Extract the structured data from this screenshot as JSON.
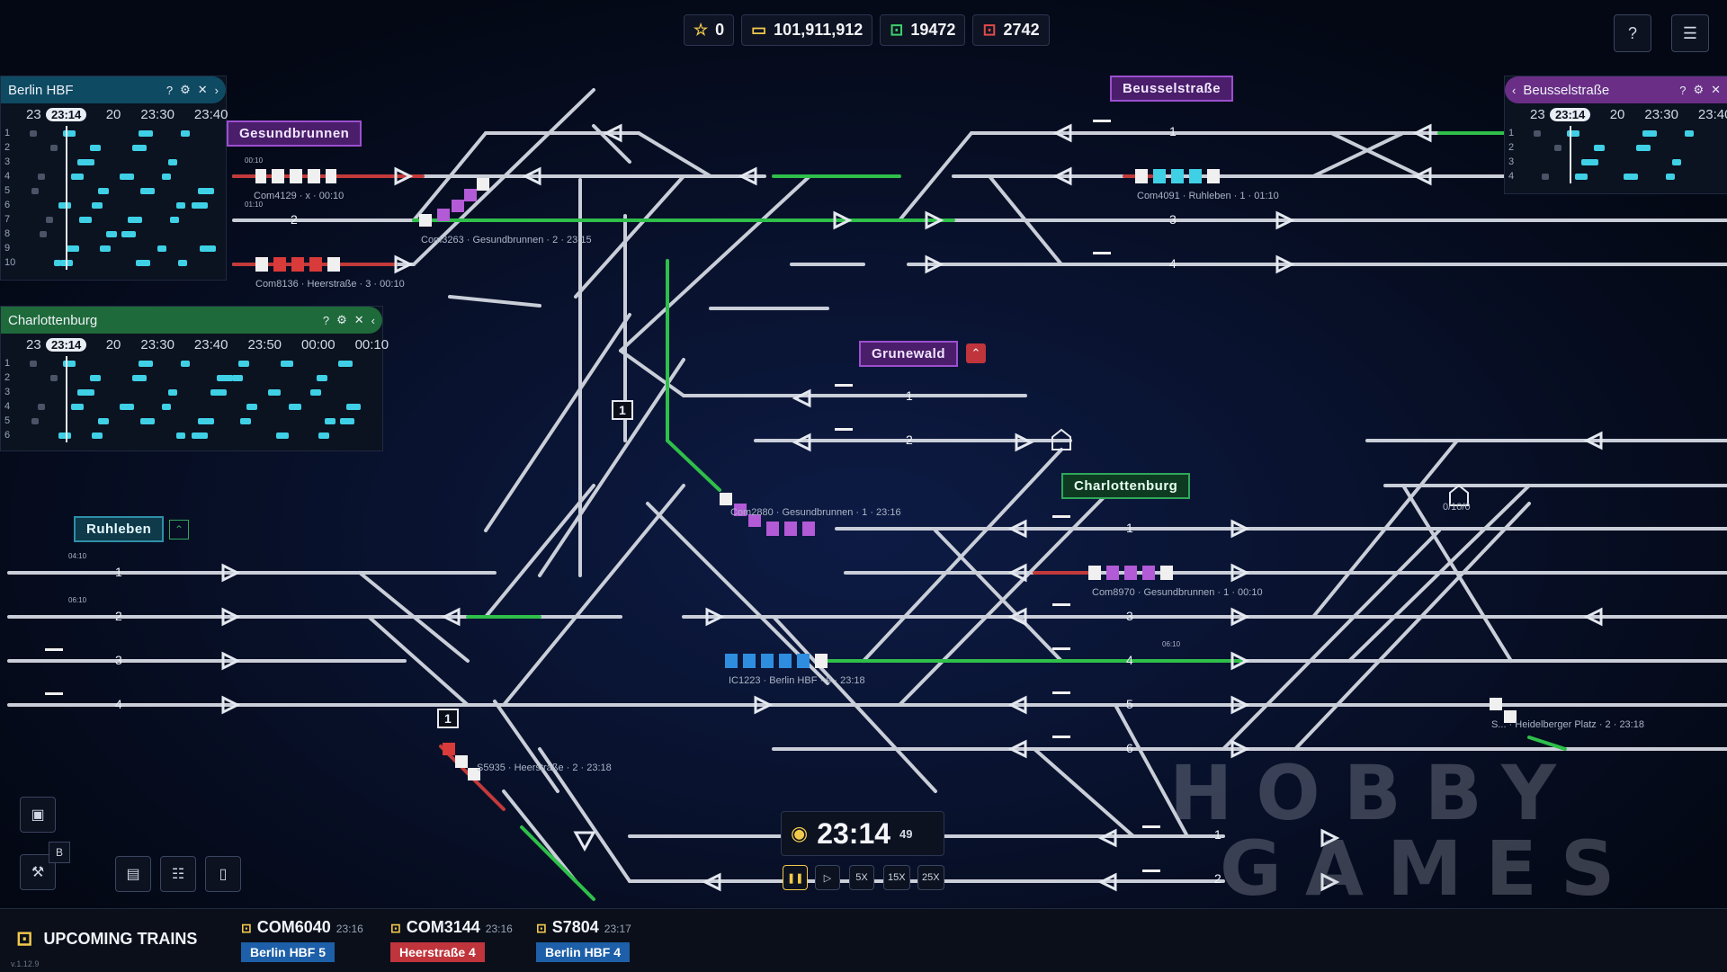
{
  "hud": {
    "stars": "0",
    "money": "101,911,912",
    "trains_on_time": "19472",
    "trains_late": "2742",
    "colors": {
      "star": "#f2c94c",
      "money": "#f2c94c",
      "good": "#3ecf6a",
      "bad": "#e24b4b"
    }
  },
  "panels": {
    "berlin": {
      "title": "Berlin HBF",
      "now": "23:14",
      "times": [
        "23",
        "20",
        "23:30",
        "23:40"
      ],
      "rows": [
        "1",
        "2",
        "3",
        "4",
        "5",
        "6",
        "7",
        "8",
        "9",
        "10"
      ]
    },
    "charlottenburg": {
      "title": "Charlottenburg",
      "now": "23:14",
      "times": [
        "23",
        "20",
        "23:30",
        "23:40",
        "23:50",
        "00:00",
        "00:10"
      ],
      "rows": [
        "1",
        "2",
        "3",
        "4",
        "5",
        "6"
      ]
    },
    "beussel": {
      "title": "Beusselstraße",
      "now": "23:14",
      "times": [
        "23",
        "20",
        "23:30",
        "23:40"
      ],
      "rows": [
        "1",
        "2",
        "3",
        "4"
      ]
    }
  },
  "stations": {
    "gesundbrunnen": "Gesundbrunnen",
    "beusselstrasse": "Beusselstraße",
    "grunewald": "Grunewald",
    "charlottenburg": "Charlottenburg",
    "ruhleben": "Ruhleben"
  },
  "trains": {
    "com4129": "Com4129 · x · 00:10",
    "com3263": "Com3263 · Gesundbrunnen · 2 · 23:15",
    "com8136": "Com8136 · Heerstraße · 3 · 00:10",
    "com4091": "Com4091 · Ruhleben · 1 · 01:10",
    "com2880": "Com2880 · Gesundbrunnen · 1 · 23:16",
    "com8970": "Com8970 · Gesundbrunnen · 1 · 00:10",
    "ic1223": "IC1223 · Berlin HBF · 9 · 23:18",
    "s5935": "S5935 · Heerstraße · 2 · 23:18",
    "heidelberger": "S... · Heidelberger Platz · 2 · 23:18"
  },
  "track_numbers": {
    "beussel": [
      "1",
      "3",
      "4"
    ],
    "grunewald": [
      "1",
      "2"
    ],
    "charlottenburg": [
      "1",
      "3",
      "4",
      "5",
      "6"
    ],
    "ruhleben": [
      "1",
      "2",
      "3",
      "4"
    ],
    "gesund": [
      "2"
    ],
    "signal_box": "1",
    "east_bottom": [
      "1",
      "2"
    ]
  },
  "misc": {
    "counter": "0/10/0",
    "marker_ruh1": "04:10",
    "marker_ruh2": "06:10",
    "marker_ch4": "06:10",
    "marker_gb": "00:10",
    "marker_gb2": "01:10"
  },
  "clock": {
    "time": "23:14",
    "seconds": "49"
  },
  "speeds": [
    "5X",
    "15X",
    "25X"
  ],
  "tools": {
    "badge": "B"
  },
  "bottom": {
    "title": "UPCOMING TRAINS",
    "version": "v.1.12.9",
    "upcoming": [
      {
        "name": "COM6040",
        "time": "23:16",
        "dest": "Berlin HBF",
        "track": "5",
        "color": "#1d5fa8"
      },
      {
        "name": "COM3144",
        "time": "23:16",
        "dest": "Heerstraße",
        "track": "4",
        "color": "#c0343c"
      },
      {
        "name": "S7804",
        "time": "23:17",
        "dest": "Berlin HBF",
        "track": "4",
        "color": "#1d5fa8"
      }
    ]
  },
  "watermark": {
    "line1": "HOBBY",
    "line2": "GAMES"
  }
}
